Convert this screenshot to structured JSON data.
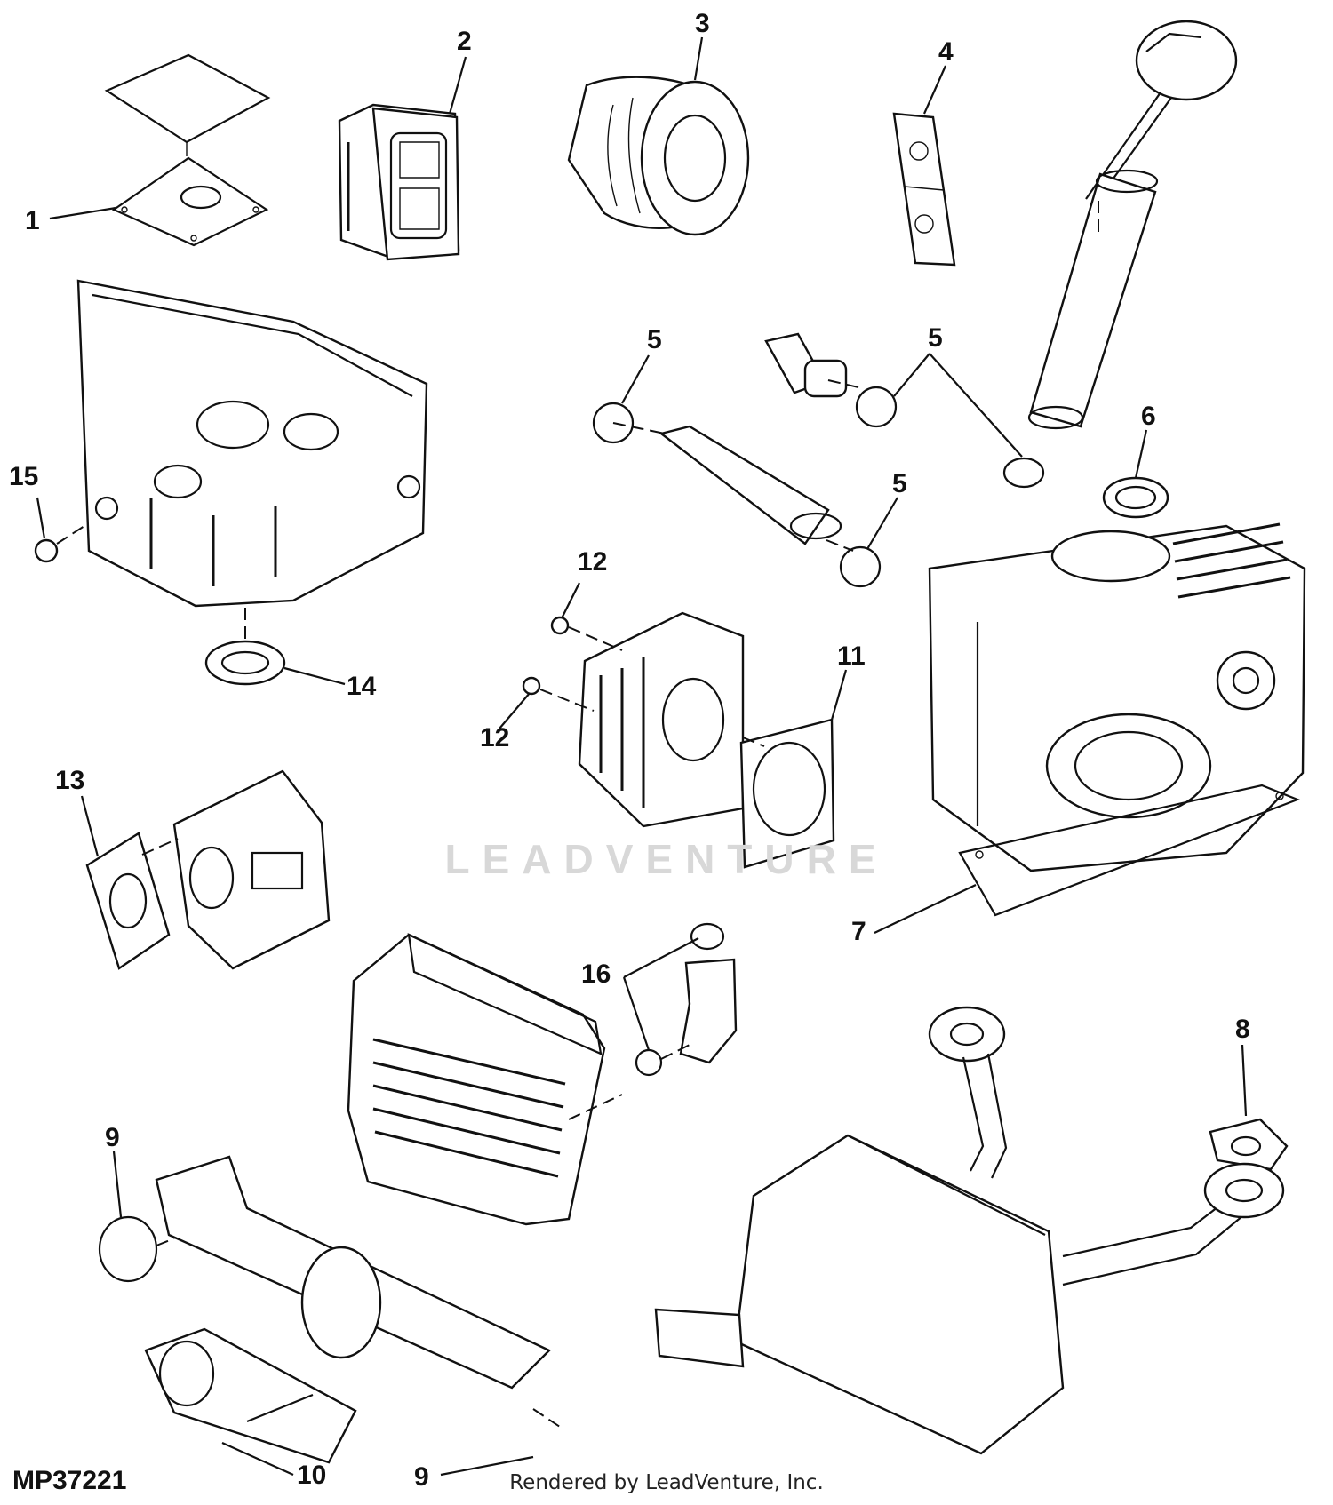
{
  "diagram": {
    "drawing_id": "MP37221",
    "credit": "Rendered by LeadVenture, Inc.",
    "watermark": "LEADVENTURE",
    "callouts": [
      "1",
      "2",
      "3",
      "4",
      "5",
      "5",
      "5",
      "6",
      "7",
      "8",
      "9",
      "9",
      "10",
      "11",
      "12",
      "12",
      "13",
      "14",
      "15",
      "16"
    ]
  },
  "parts": [
    "cover-gasket-part",
    "air-filter-element-part",
    "oil-filter-part",
    "fuel-filter-screen-part",
    "dipstick-tube-part",
    "oil-drain-fitting-part",
    "oil-drain-plug-part",
    "oil-seal-top-part",
    "cylinder-block-part",
    "base-gasket-part",
    "exhaust-gasket-part",
    "muffler-part",
    "o-ring-part",
    "intake-manifold-part",
    "cylinder-head-part",
    "head-gasket-part",
    "head-bolt-part",
    "carburetor-part",
    "carburetor-gasket-part",
    "crankcase-cover-part",
    "crankshaft-seal-part",
    "drain-nut-part",
    "air-cleaner-housing-part",
    "breather-elbow-part"
  ]
}
